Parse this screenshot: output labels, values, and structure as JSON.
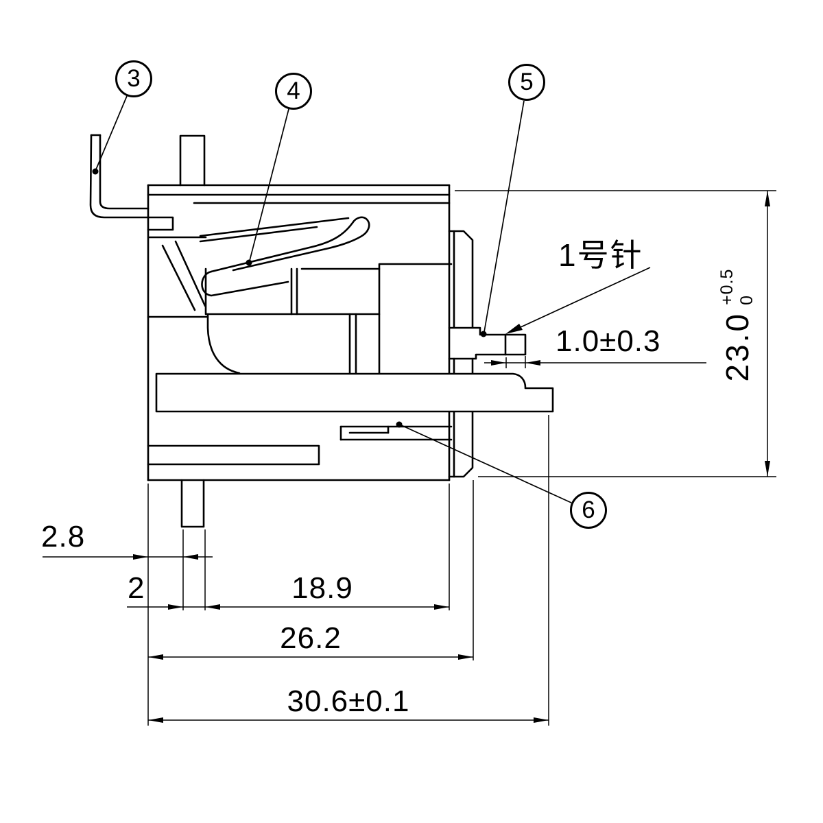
{
  "background": "#ffffff",
  "line_color": "#000000",
  "balloons": [
    {
      "label": "3"
    },
    {
      "label": "4"
    },
    {
      "label": "5"
    },
    {
      "label": "6"
    }
  ],
  "pin_callout": "1号针",
  "dimensions": {
    "pin_exposure": "1.0±0.3",
    "height_value": "23.0",
    "height_tol_upper": "+0.5",
    "height_tol_lower": "0",
    "offset_2_8": "2.8",
    "width_2": "2",
    "width_18_9": "18.9",
    "width_26_2": "26.2",
    "overall_30_6": "30.6±0.1"
  }
}
